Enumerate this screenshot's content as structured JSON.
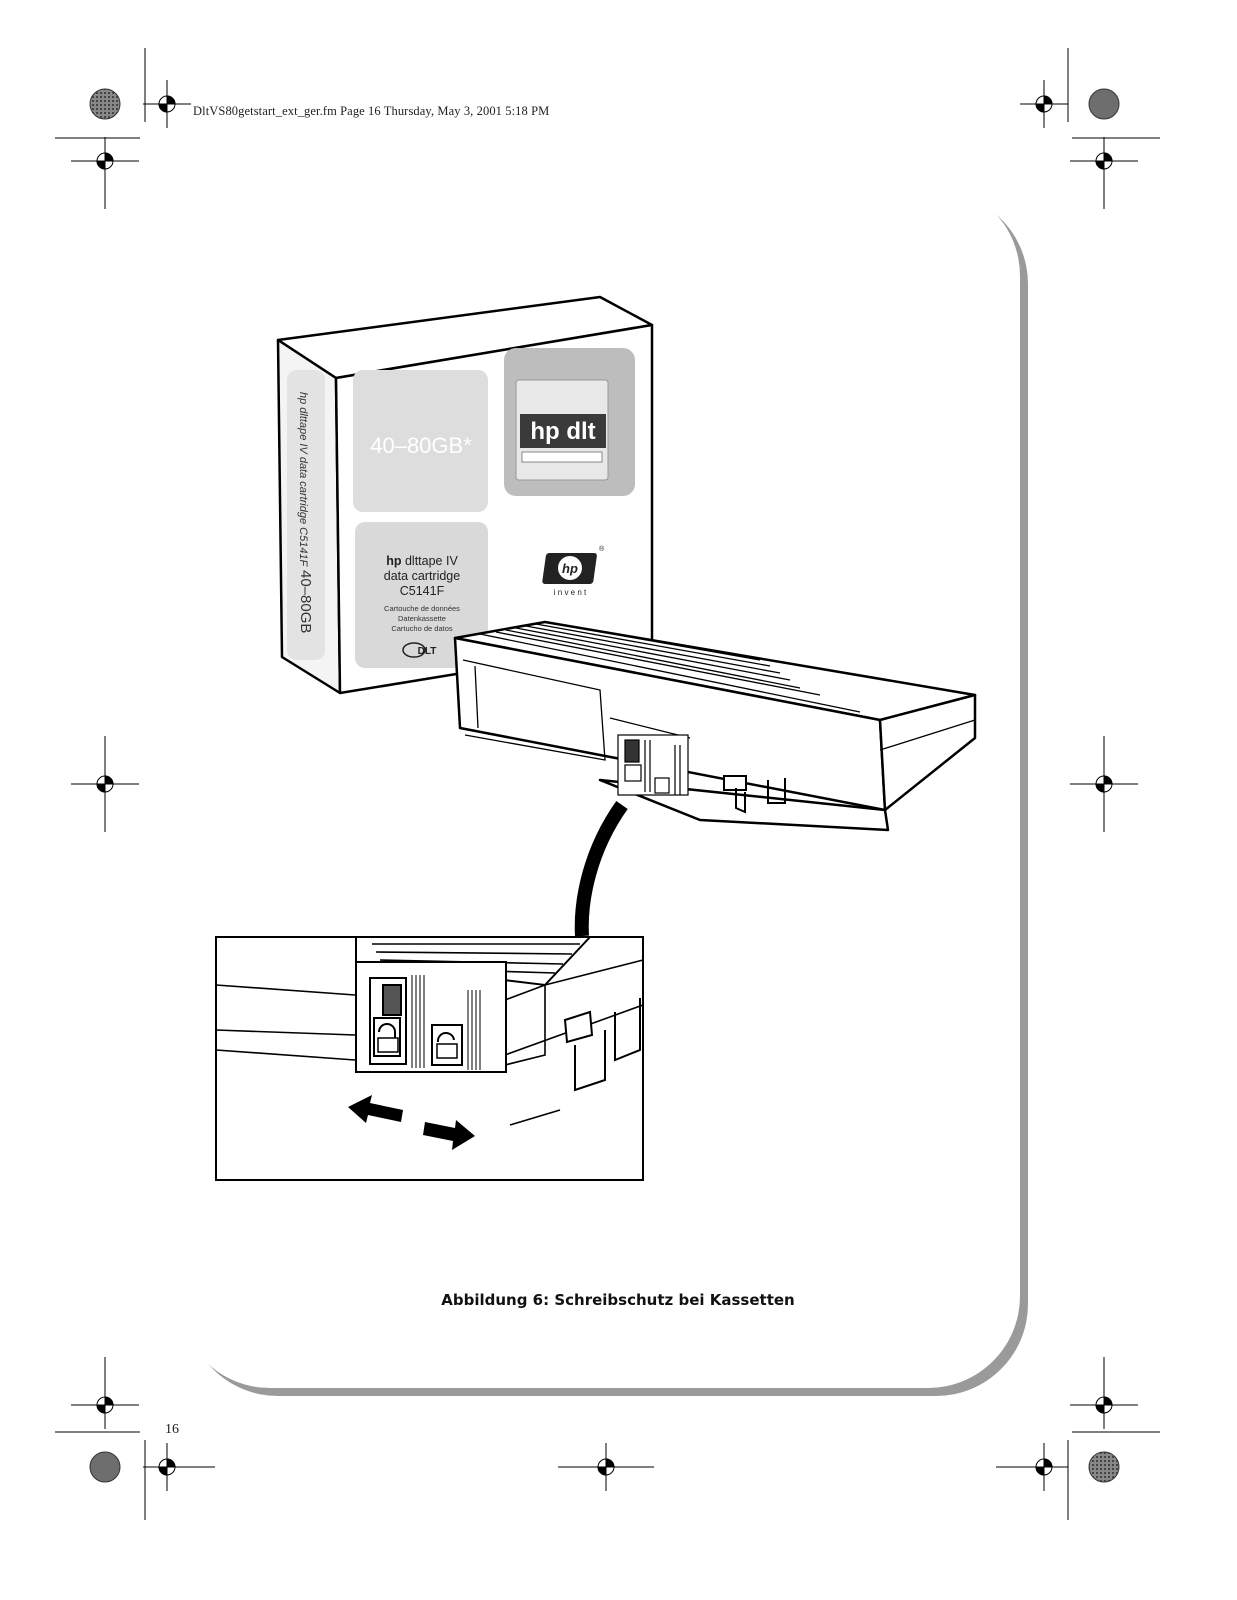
{
  "header": {
    "file_info": "DltVS80getstart_ext_ger.fm  Page 16  Thursday, May 3, 2001  5:18 PM"
  },
  "figure": {
    "box": {
      "capacity": "40–80GB*",
      "spine_text": "hp dlttape IV data cartridge C5141F",
      "spine_capacity": "40–80GB",
      "photo_label": "hp dlt",
      "product_brand": "hp",
      "product_line1": "dlttape IV",
      "product_line2": "data cartridge",
      "product_line3": "C5141F",
      "translation_fr": "Cartouche de données",
      "translation_de": "Datenkassette",
      "translation_es": "Cartucho de datos",
      "dlt_logo": "DLT",
      "hp_logo": "hp",
      "registered_mark": "®",
      "tagline": "i n v e n t"
    },
    "caption": "Abbildung 6: Schreibschutz bei Kassetten"
  },
  "page_number": "16"
}
